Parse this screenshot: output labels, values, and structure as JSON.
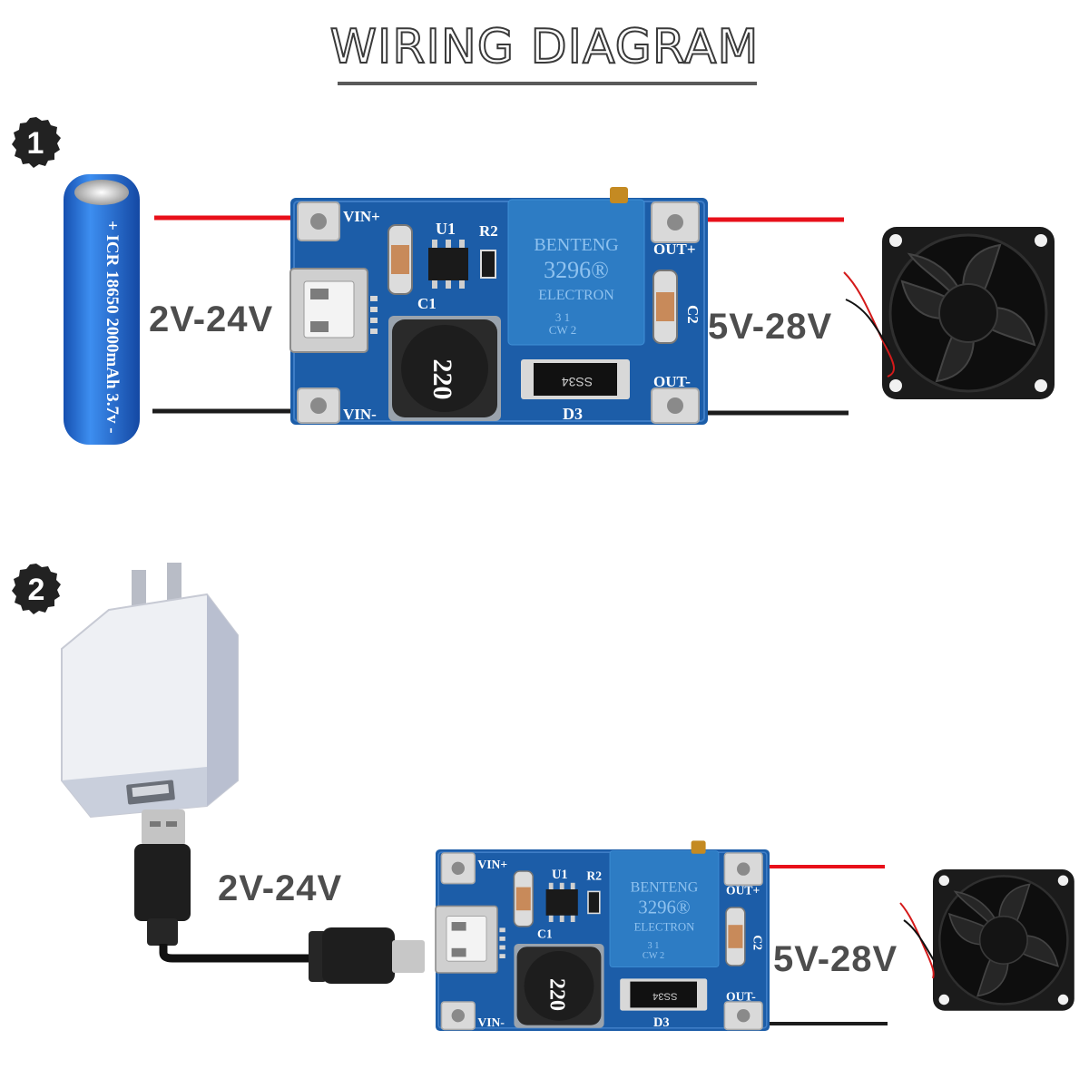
{
  "title": "WIRING DIAGRAM",
  "steps": [
    {
      "number": "1",
      "input_voltage": "2V-24V",
      "output_voltage": "5V-28V",
      "source": "battery",
      "battery_label": "+ ICR 18650 2000mAh 3.7v -"
    },
    {
      "number": "2",
      "input_voltage": "2V-24V",
      "output_voltage": "5V-28V",
      "source": "usb-wall-adapter"
    }
  ],
  "board": {
    "pins": {
      "vin_plus": "VIN+",
      "vin_minus": "VIN-",
      "out_plus": "OUT+",
      "out_minus": "OUT-"
    },
    "components": {
      "u1": "U1",
      "r2": "R2",
      "c1": "C1",
      "c2": "C2",
      "d3": "D3"
    },
    "inductor": "220",
    "diode": "SS34",
    "potentiometer": [
      "BENTENG",
      "3296®",
      "ELECTRON",
      "3  1",
      "CW  2"
    ]
  },
  "colors": {
    "positive_wire": "#e8101a",
    "negative_wire": "#1c1c1c",
    "pcb": "#1c5da8",
    "pot": "#2d7cc4",
    "battery": "#1f6fd1"
  }
}
